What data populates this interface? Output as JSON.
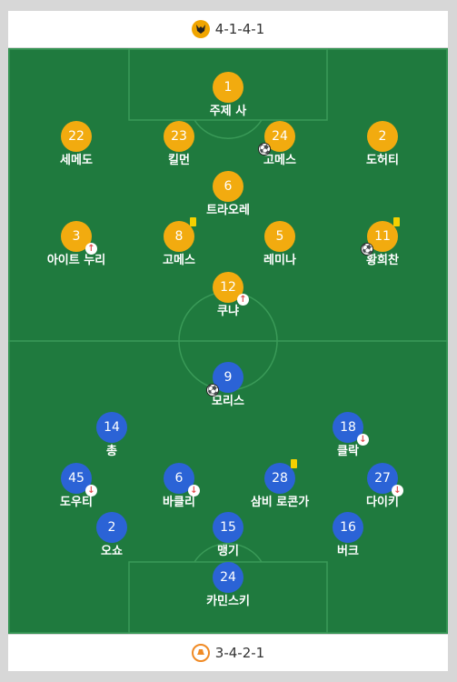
{
  "home": {
    "formation": "4-1-4-1",
    "logo_icon": "wolf-crest-icon",
    "color": "#f2ab0f",
    "players": [
      {
        "number": "1",
        "name": "주제 사",
        "ball": false,
        "sub": "",
        "yellow": false
      },
      {
        "number": "22",
        "name": "세메도",
        "ball": false,
        "sub": "",
        "yellow": false
      },
      {
        "number": "23",
        "name": "킬먼",
        "ball": false,
        "sub": "",
        "yellow": false
      },
      {
        "number": "24",
        "name": "고메스",
        "ball": true,
        "sub": "",
        "yellow": false
      },
      {
        "number": "2",
        "name": "도허티",
        "ball": false,
        "sub": "",
        "yellow": false
      },
      {
        "number": "6",
        "name": "트라오레",
        "ball": false,
        "sub": "",
        "yellow": false
      },
      {
        "number": "3",
        "name": "아이트 누리",
        "ball": false,
        "sub": "up",
        "yellow": false
      },
      {
        "number": "8",
        "name": "고메스",
        "ball": false,
        "sub": "",
        "yellow": true
      },
      {
        "number": "5",
        "name": "레미나",
        "ball": false,
        "sub": "",
        "yellow": false
      },
      {
        "number": "11",
        "name": "황희찬",
        "ball": true,
        "sub": "",
        "yellow": true
      },
      {
        "number": "12",
        "name": "쿠냐",
        "ball": false,
        "sub": "up",
        "yellow": false
      }
    ]
  },
  "away": {
    "formation": "3-4-2-1",
    "logo_icon": "hatter-crest-icon",
    "color": "#2b63d6",
    "players": [
      {
        "number": "9",
        "name": "모리스",
        "ball": true,
        "sub": "",
        "yellow": false
      },
      {
        "number": "14",
        "name": "총",
        "ball": false,
        "sub": "",
        "yellow": false
      },
      {
        "number": "18",
        "name": "클락",
        "ball": false,
        "sub": "down",
        "yellow": false
      },
      {
        "number": "45",
        "name": "도우티",
        "ball": false,
        "sub": "down",
        "yellow": false
      },
      {
        "number": "6",
        "name": "바클리",
        "ball": false,
        "sub": "down",
        "yellow": false
      },
      {
        "number": "28",
        "name": "삼비 로콘가",
        "ball": false,
        "sub": "",
        "yellow": true
      },
      {
        "number": "27",
        "name": "다이키",
        "ball": false,
        "sub": "down",
        "yellow": false
      },
      {
        "number": "2",
        "name": "오쇼",
        "ball": false,
        "sub": "",
        "yellow": false
      },
      {
        "number": "15",
        "name": "맹기",
        "ball": false,
        "sub": "",
        "yellow": false
      },
      {
        "number": "16",
        "name": "버크",
        "ball": false,
        "sub": "",
        "yellow": false
      },
      {
        "number": "24",
        "name": "카민스키",
        "ball": false,
        "sub": "",
        "yellow": false
      }
    ]
  },
  "colors": {
    "pitch": "#1f7a3e",
    "card": "#f4d000",
    "sub_arrow": "#e05050"
  }
}
